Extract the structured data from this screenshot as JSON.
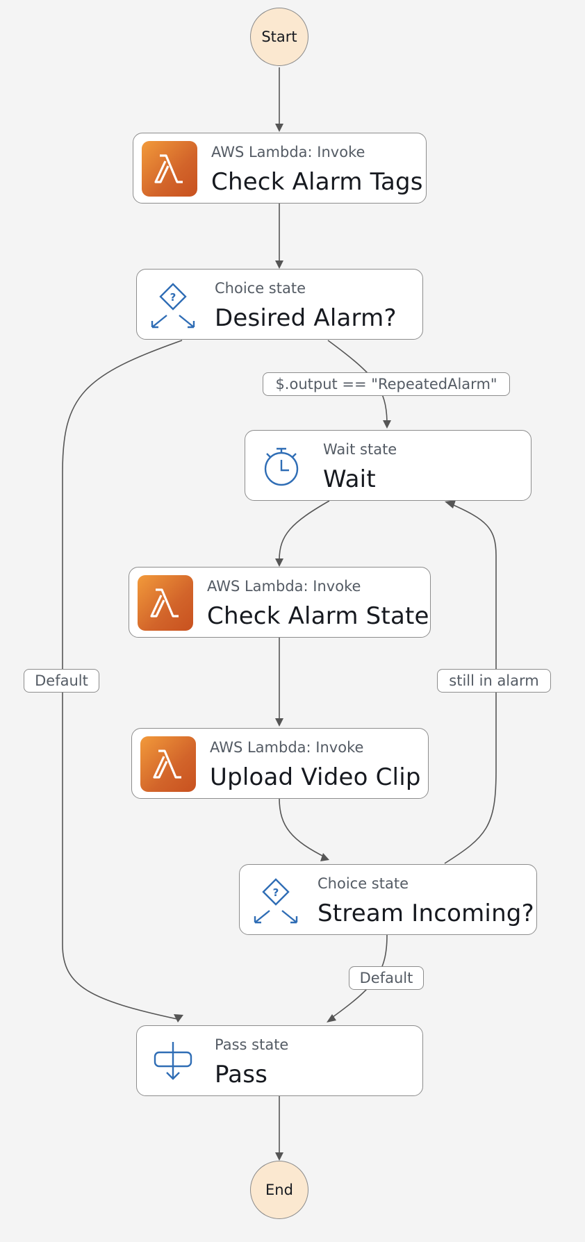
{
  "nodes": {
    "start": {
      "label": "Start"
    },
    "check_alarm_tags": {
      "type": "AWS Lambda: Invoke",
      "name": "Check Alarm Tags",
      "icon": "lambda-icon"
    },
    "desired_alarm": {
      "type": "Choice state",
      "name": "Desired Alarm?",
      "icon": "choice-icon"
    },
    "wait": {
      "type": "Wait state",
      "name": "Wait",
      "icon": "stopwatch-icon"
    },
    "check_alarm_state": {
      "type": "AWS Lambda: Invoke",
      "name": "Check Alarm State",
      "icon": "lambda-icon"
    },
    "upload_video_clip": {
      "type": "AWS Lambda: Invoke",
      "name": "Upload Video Clip",
      "icon": "lambda-icon"
    },
    "stream_incoming": {
      "type": "Choice state",
      "name": "Stream Incoming?",
      "icon": "choice-icon"
    },
    "pass": {
      "type": "Pass state",
      "name": "Pass",
      "icon": "pass-icon"
    },
    "end": {
      "label": "End"
    }
  },
  "edges": [
    {
      "from": "start",
      "to": "check_alarm_tags",
      "label": ""
    },
    {
      "from": "check_alarm_tags",
      "to": "desired_alarm",
      "label": ""
    },
    {
      "from": "desired_alarm",
      "to": "wait",
      "label": "$.output == \"RepeatedAlarm\""
    },
    {
      "from": "desired_alarm",
      "to": "pass",
      "label": "Default"
    },
    {
      "from": "wait",
      "to": "check_alarm_state",
      "label": ""
    },
    {
      "from": "check_alarm_state",
      "to": "upload_video_clip",
      "label": ""
    },
    {
      "from": "upload_video_clip",
      "to": "stream_incoming",
      "label": ""
    },
    {
      "from": "stream_incoming",
      "to": "wait",
      "label": "still in alarm"
    },
    {
      "from": "stream_incoming",
      "to": "pass",
      "label": "Default"
    },
    {
      "from": "pass",
      "to": "end",
      "label": ""
    }
  ],
  "colors": {
    "background": "#f4f4f4",
    "terminal_fill": "#fbe8d0",
    "lambda_orange": "#e07a2e",
    "icon_blue": "#2f6db5",
    "edge": "#555555"
  }
}
